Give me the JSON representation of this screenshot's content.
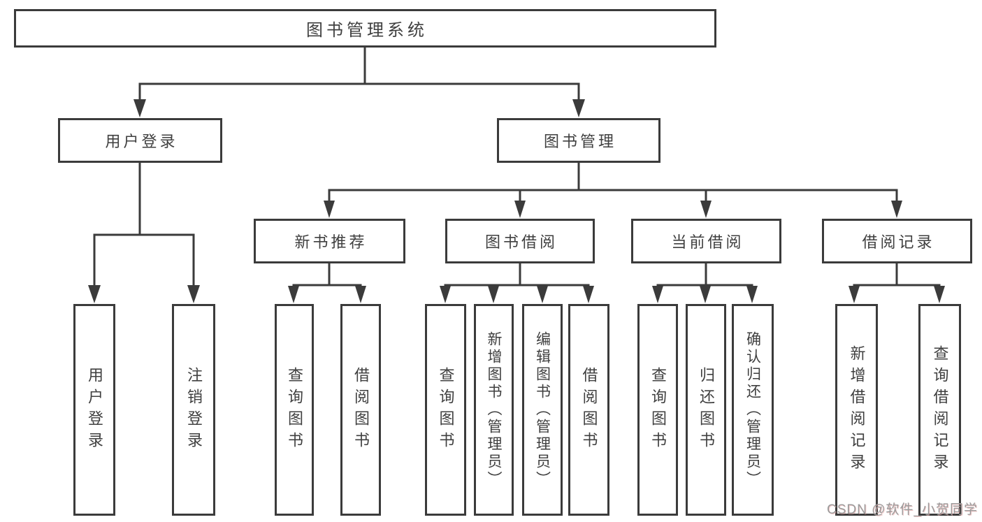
{
  "root": {
    "label": "图书管理系统"
  },
  "level2": [
    {
      "label": "用户登录"
    },
    {
      "label": "图书管理"
    }
  ],
  "level3": [
    {
      "label": "新书推荐"
    },
    {
      "label": "图书借阅"
    },
    {
      "label": "当前借阅"
    },
    {
      "label": "借阅记录"
    }
  ],
  "leaves": [
    {
      "label": "用户登录"
    },
    {
      "label": "注销登录"
    },
    {
      "label": "查询图书"
    },
    {
      "label": "借阅图书"
    },
    {
      "label": "查询图书"
    },
    {
      "label": "新增图书（管理员）"
    },
    {
      "label": "编辑图书（管理员）"
    },
    {
      "label": "借阅图书"
    },
    {
      "label": "查询图书"
    },
    {
      "label": "归还图书"
    },
    {
      "label": "确认归还（管理员）"
    },
    {
      "label": "新增借阅记录"
    },
    {
      "label": "查询借阅记录"
    }
  ],
  "watermark": {
    "text": "CSDN @软件_小贺同学"
  },
  "colors": {
    "line": "#3b3b3b",
    "box_border": "#3b3b3b",
    "text": "#3f3f3f",
    "background": "#ffffff",
    "watermark": "#9b9b9b"
  }
}
